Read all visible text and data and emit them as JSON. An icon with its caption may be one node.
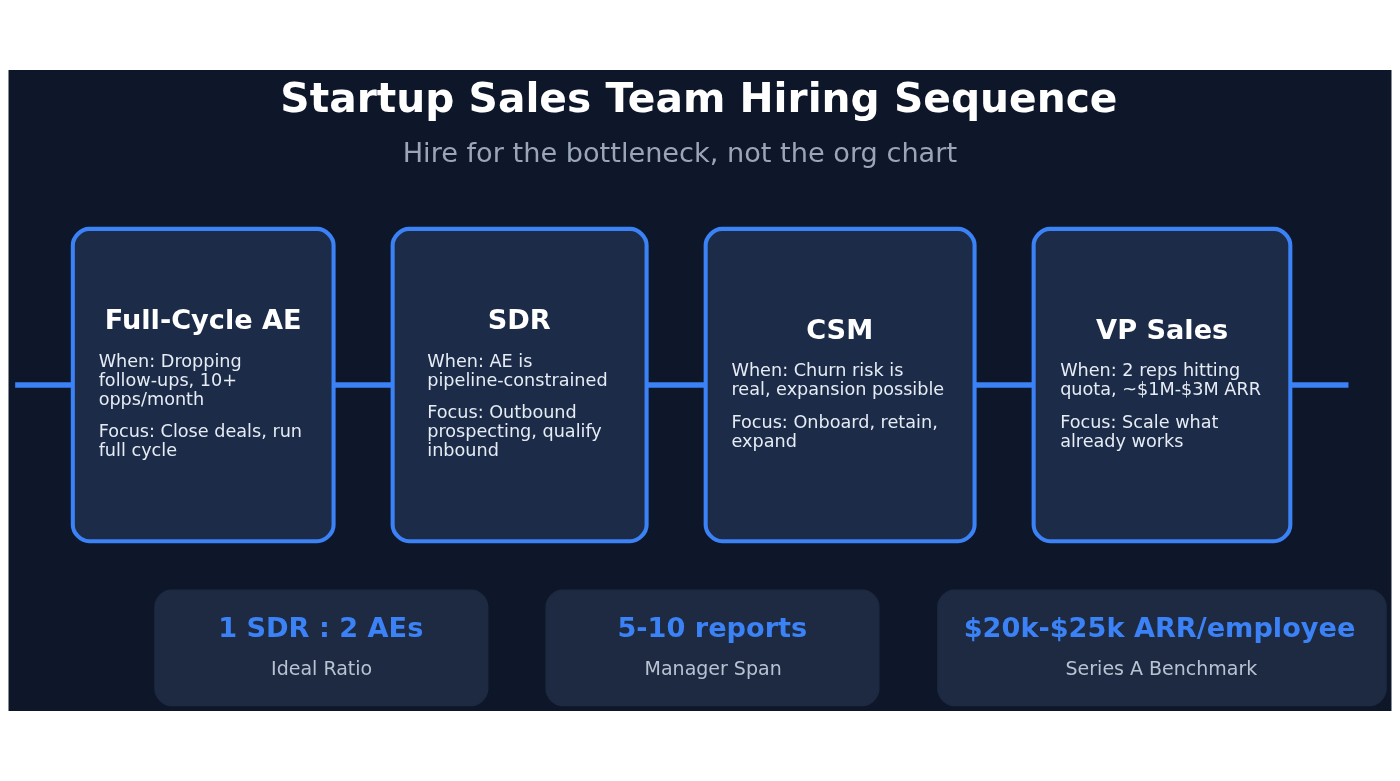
{
  "diagram": {
    "title": "Startup Sales Team Hiring Sequence",
    "nodes": [
      {
        "text": [
          "Full-Cycle AE",
          "When: Dropping follow-ups, 10+ opps/month",
          "Focus: Close deals, run full cycle"
        ]
      },
      {
        "text": [
          "SDR",
          "When: AE is pipeline-constrained",
          "Focus: Outbound prospecting, qualify inbound"
        ]
      },
      {
        "text": [
          "CSM",
          "When: Churn risk is real, expansion possible",
          "Focus: Onboard, retain, expand"
        ]
      },
      {
        "text": [
          "VP Sales",
          "When: 2 reps hitting quota, ~$1M-$3M ARR",
          "Focus: Scale what already works"
        ]
      },
      {
        "text": [
          "1 SDR : 2 AEs",
          "Ideal Ratio"
        ]
      },
      {
        "text": [
          "5-10 reports",
          "Manager Span"
        ]
      },
      {
        "text": [
          "$20k-$25k ARR/employee",
          "Series A Benchmark"
        ]
      }
    ],
    "edges": [
      {
        "from": null,
        "to": 0,
        "arrow": "none"
      },
      {
        "from": 0,
        "to": 1,
        "arrow": "none"
      },
      {
        "from": 1,
        "to": 2,
        "arrow": "none"
      },
      {
        "from": 2,
        "to": 3,
        "arrow": "none"
      },
      {
        "from": 3,
        "to": null,
        "arrow": "none"
      }
    ],
    "labels": [
      "Hire for the bottleneck, not the org chart"
    ]
  }
}
